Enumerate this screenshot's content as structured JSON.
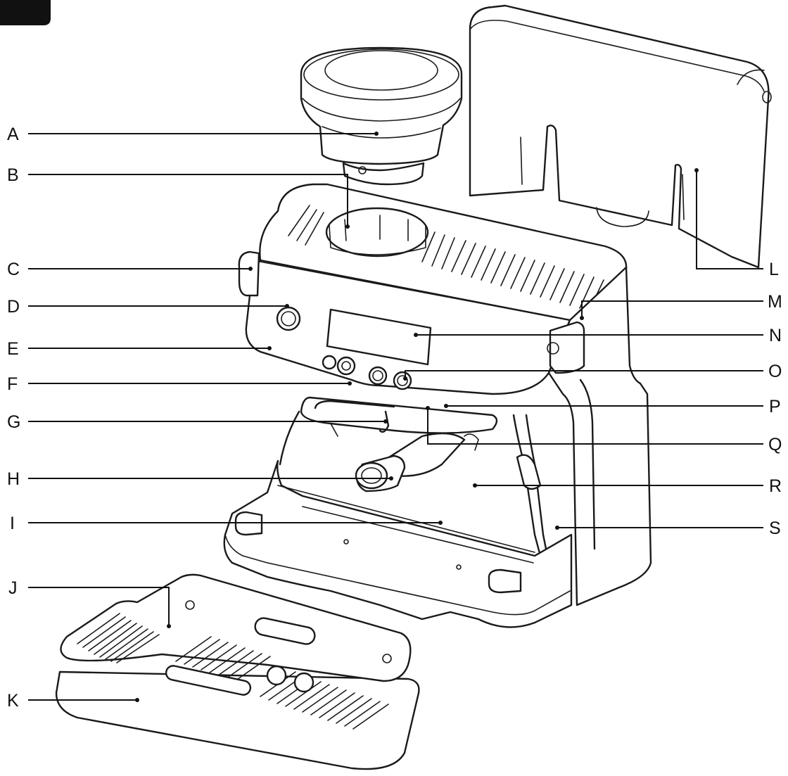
{
  "corner_tab_color": "#111111",
  "labels": [
    {
      "id": "A",
      "text": "A"
    },
    {
      "id": "B",
      "text": "B"
    },
    {
      "id": "C",
      "text": "C"
    },
    {
      "id": "D",
      "text": "D"
    },
    {
      "id": "E",
      "text": "E"
    },
    {
      "id": "F",
      "text": "F"
    },
    {
      "id": "G",
      "text": "G"
    },
    {
      "id": "H",
      "text": "H"
    },
    {
      "id": "I",
      "text": "I"
    },
    {
      "id": "J",
      "text": "J"
    },
    {
      "id": "K",
      "text": "K"
    },
    {
      "id": "L",
      "text": "L"
    },
    {
      "id": "M",
      "text": "M"
    },
    {
      "id": "N",
      "text": "N"
    },
    {
      "id": "O",
      "text": "O"
    },
    {
      "id": "P",
      "text": "P"
    },
    {
      "id": "Q",
      "text": "Q"
    },
    {
      "id": "R",
      "text": "R"
    },
    {
      "id": "S",
      "text": "S"
    }
  ]
}
